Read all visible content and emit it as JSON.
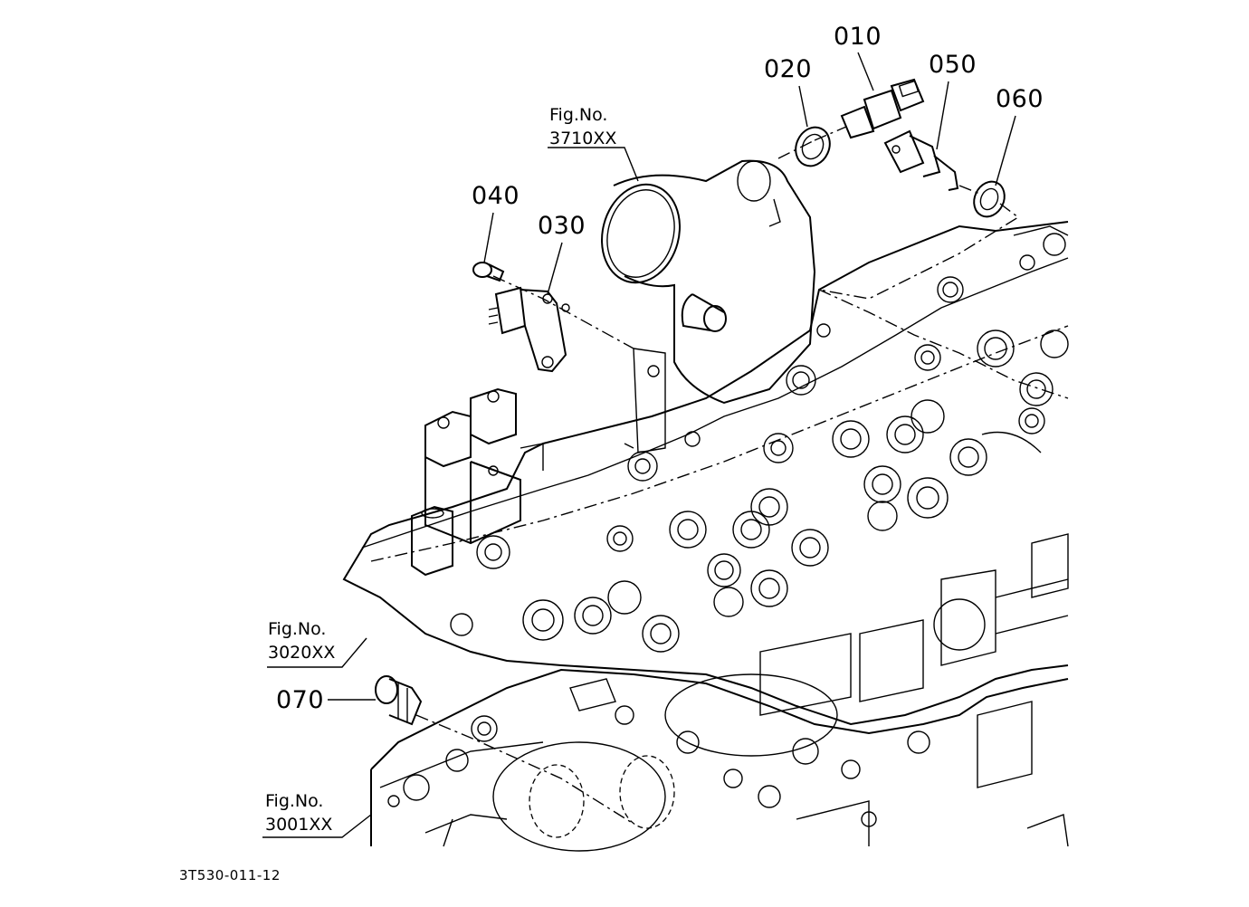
{
  "part_labels": {
    "p010": "010",
    "p020": "020",
    "p030": "030",
    "p040": "040",
    "p050": "050",
    "p060": "060",
    "p070": "070"
  },
  "figure_refs": {
    "fig_3710": {
      "line1": "Fig.No.",
      "line2": "3710XX"
    },
    "fig_3020": {
      "line1": "Fig.No.",
      "line2": "3020XX"
    },
    "fig_3001": {
      "line1": "Fig.No.",
      "line2": "3001XX"
    }
  },
  "drawing_code": "3T530-011-12"
}
